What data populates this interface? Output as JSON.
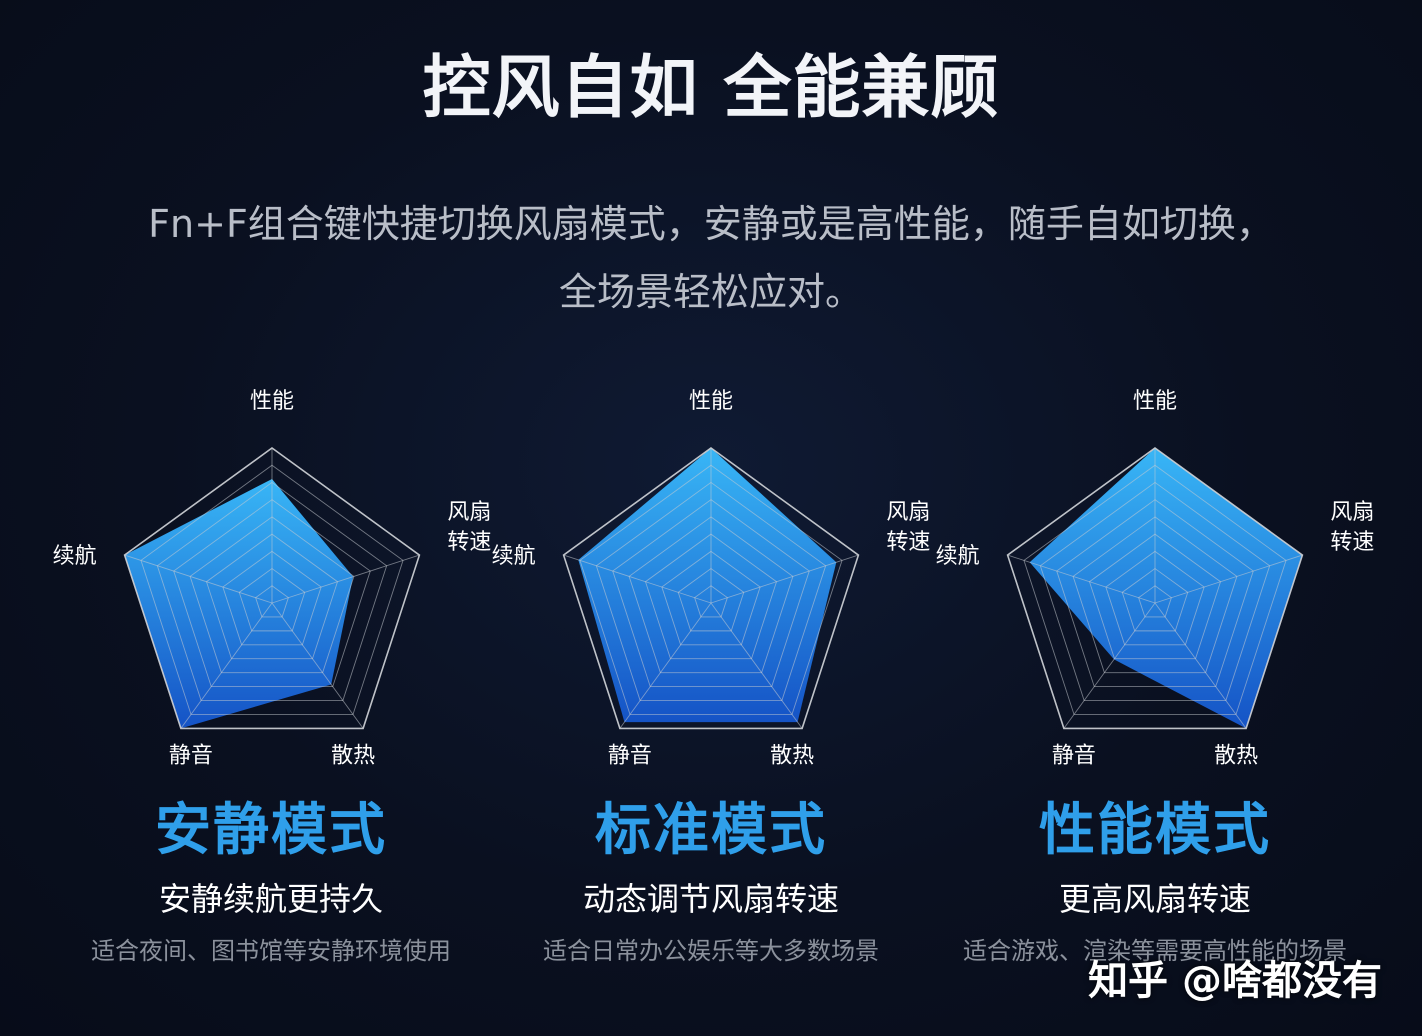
{
  "header": {
    "title": "控风自如 全能兼顾",
    "subtitle_line1": "Fn+F组合键快捷切换风扇模式，安静或是高性能，随手自如切换，",
    "subtitle_line2": "全场景轻松应对。"
  },
  "colors": {
    "background": "#0a1020",
    "accent": "#2f9fea",
    "grid": "#c9ccd2",
    "fill_top": "#38b6f6",
    "fill_bottom": "#1553c6"
  },
  "chart_data": [
    {
      "type": "radar",
      "axes": [
        "性能",
        "风扇\n转速",
        "散热",
        "静音",
        "续航"
      ],
      "values": [
        0.8,
        0.55,
        0.65,
        1.0,
        1.0
      ],
      "max": 1.0,
      "grid_rings": 9,
      "title": "安静模式"
    },
    {
      "type": "radar",
      "axes": [
        "性能",
        "风扇\n转速",
        "散热",
        "静音",
        "续航"
      ],
      "values": [
        1.0,
        0.85,
        0.95,
        0.95,
        0.9
      ],
      "max": 1.0,
      "grid_rings": 9,
      "title": "标准模式"
    },
    {
      "type": "radar",
      "axes": [
        "性能",
        "风扇\n转速",
        "散热",
        "静音",
        "续航"
      ],
      "values": [
        1.0,
        1.0,
        1.0,
        0.45,
        0.85
      ],
      "max": 1.0,
      "grid_rings": 9,
      "title": "性能模式"
    }
  ],
  "modes": [
    {
      "name": "安静模式",
      "tagline": "安静续航更持久",
      "usage": "适合夜间、图书馆等安静环境使用"
    },
    {
      "name": "标准模式",
      "tagline": "动态调节风扇转速",
      "usage": "适合日常办公娱乐等大多数场景"
    },
    {
      "name": "性能模式",
      "tagline": "更高风扇转速",
      "usage": "适合游戏、渲染等需要高性能的场景"
    }
  ],
  "watermark": "知乎 @啥都没有"
}
